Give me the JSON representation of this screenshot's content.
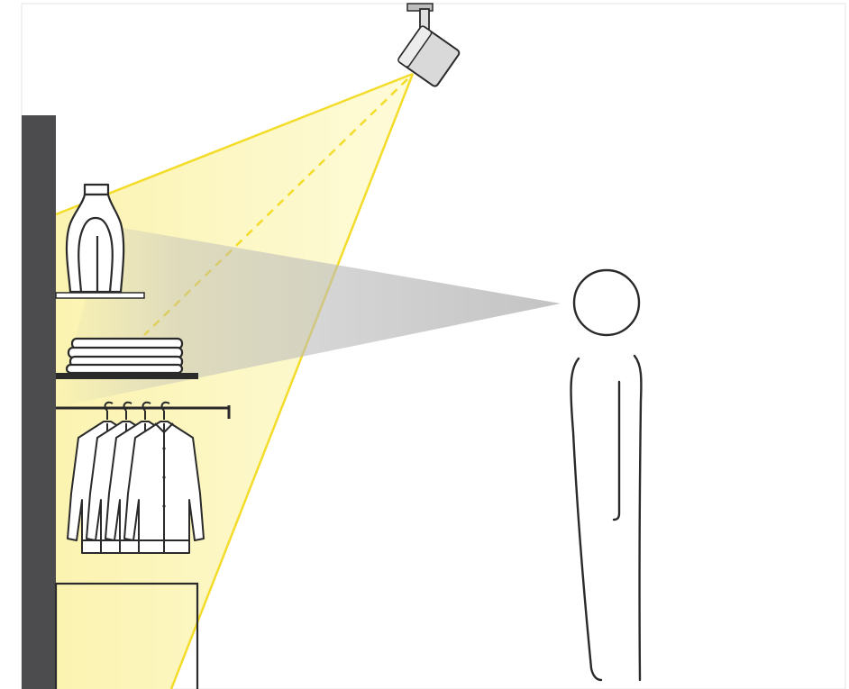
{
  "diagram": {
    "subject": "retail-shelf-spotlight-illumination",
    "colors": {
      "light_cone": "#fdf9c8",
      "light_edge": "#f4dc2a",
      "wall": "#4c4c4e",
      "line": "#2a2a2a",
      "gaze": "#b9b9b9",
      "fixture_body": "#d9d9d9",
      "background": "#ffffff"
    },
    "elements": {
      "fixture": "track-spotlight",
      "light_beam": "light-cone",
      "aim_line": "dashed-aim-line",
      "viewer": "person-silhouette",
      "sight_line": "gaze-cone",
      "products": [
        "bottle",
        "folded-clothes",
        "hanging-shirts",
        "cabinet"
      ]
    },
    "counts": {
      "hanging_shirts": 4,
      "folded_layers": 4
    }
  }
}
